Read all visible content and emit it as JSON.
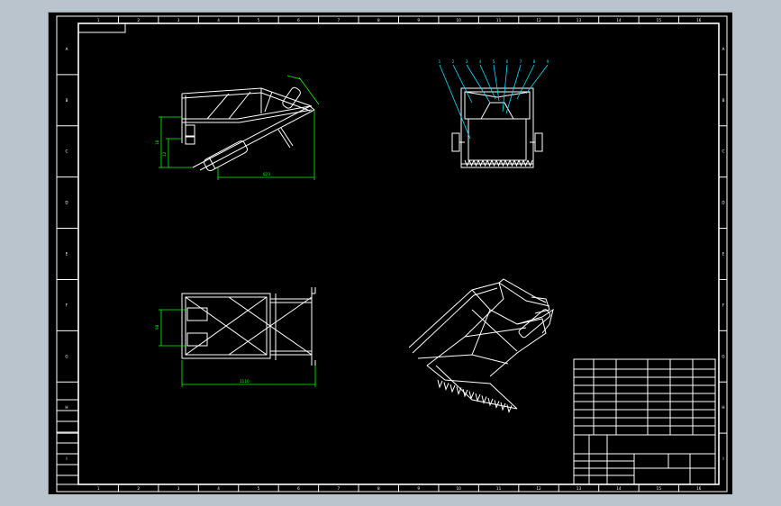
{
  "drawing": {
    "background": "#000000",
    "frame_color": "#ffffff",
    "dimension_color": "#00ff00",
    "leader_color": "#00e5ff",
    "viewport_bg": "#B9C4CC",
    "border_top_numbers": [
      "1",
      "2",
      "3",
      "4",
      "5",
      "6",
      "7",
      "8",
      "9",
      "10",
      "11",
      "12",
      "13",
      "14",
      "15",
      "16"
    ],
    "border_side_letters": [
      "A",
      "B",
      "C",
      "D",
      "E",
      "F",
      "G",
      "H",
      "I"
    ],
    "side_view_dims": {
      "horizontal": "823",
      "vertical_outer": "18",
      "vertical_inner": "12"
    },
    "top_view_dims": {
      "horizontal": "1110",
      "vertical": "98"
    },
    "front_view_balloons": [
      "1",
      "2",
      "3",
      "4",
      "5",
      "6",
      "7",
      "8",
      "9"
    ]
  }
}
